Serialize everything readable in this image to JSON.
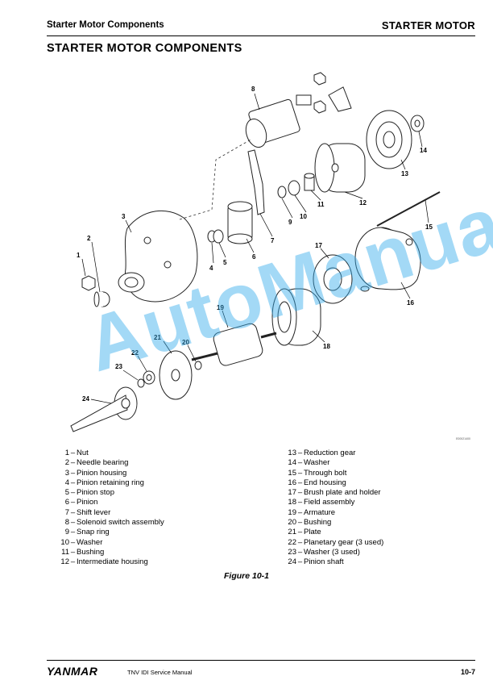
{
  "header": {
    "section": "Starter Motor Components",
    "chapter": "STARTER MOTOR"
  },
  "page_title": "STARTER MOTOR COMPONENTS",
  "figure": {
    "callouts": [
      "1",
      "2",
      "3",
      "4",
      "5",
      "6",
      "7",
      "8",
      "9",
      "10",
      "11",
      "12",
      "13",
      "14",
      "15",
      "16",
      "17",
      "18",
      "19",
      "20",
      "21",
      "22",
      "23",
      "24"
    ],
    "code": "E00021400",
    "caption": "Figure 10-1"
  },
  "legend": [
    {
      "num": "1",
      "label": "Nut"
    },
    {
      "num": "2",
      "label": "Needle bearing"
    },
    {
      "num": "3",
      "label": "Pinion housing"
    },
    {
      "num": "4",
      "label": "Pinion retaining ring"
    },
    {
      "num": "5",
      "label": "Pinion stop"
    },
    {
      "num": "6",
      "label": "Pinion"
    },
    {
      "num": "7",
      "label": "Shift lever"
    },
    {
      "num": "8",
      "label": "Solenoid switch assembly"
    },
    {
      "num": "9",
      "label": "Snap ring"
    },
    {
      "num": "10",
      "label": "Washer"
    },
    {
      "num": "11",
      "label": "Bushing"
    },
    {
      "num": "12",
      "label": "Intermediate housing"
    },
    {
      "num": "13",
      "label": "Reduction gear"
    },
    {
      "num": "14",
      "label": "Washer"
    },
    {
      "num": "15",
      "label": "Through bolt"
    },
    {
      "num": "16",
      "label": "End housing"
    },
    {
      "num": "17",
      "label": "Brush plate and holder"
    },
    {
      "num": "18",
      "label": "Field assembly"
    },
    {
      "num": "19",
      "label": "Armature"
    },
    {
      "num": "20",
      "label": "Bushing"
    },
    {
      "num": "21",
      "label": "Plate"
    },
    {
      "num": "22",
      "label": "Planetary gear (3 used)"
    },
    {
      "num": "23",
      "label": "Washer (3 used)"
    },
    {
      "num": "24",
      "label": "Pinion shaft"
    }
  ],
  "watermark": "AutoManual",
  "footer": {
    "brand": "YANMAR",
    "manual": "TNV IDI Service Manual",
    "page": "10-7"
  }
}
